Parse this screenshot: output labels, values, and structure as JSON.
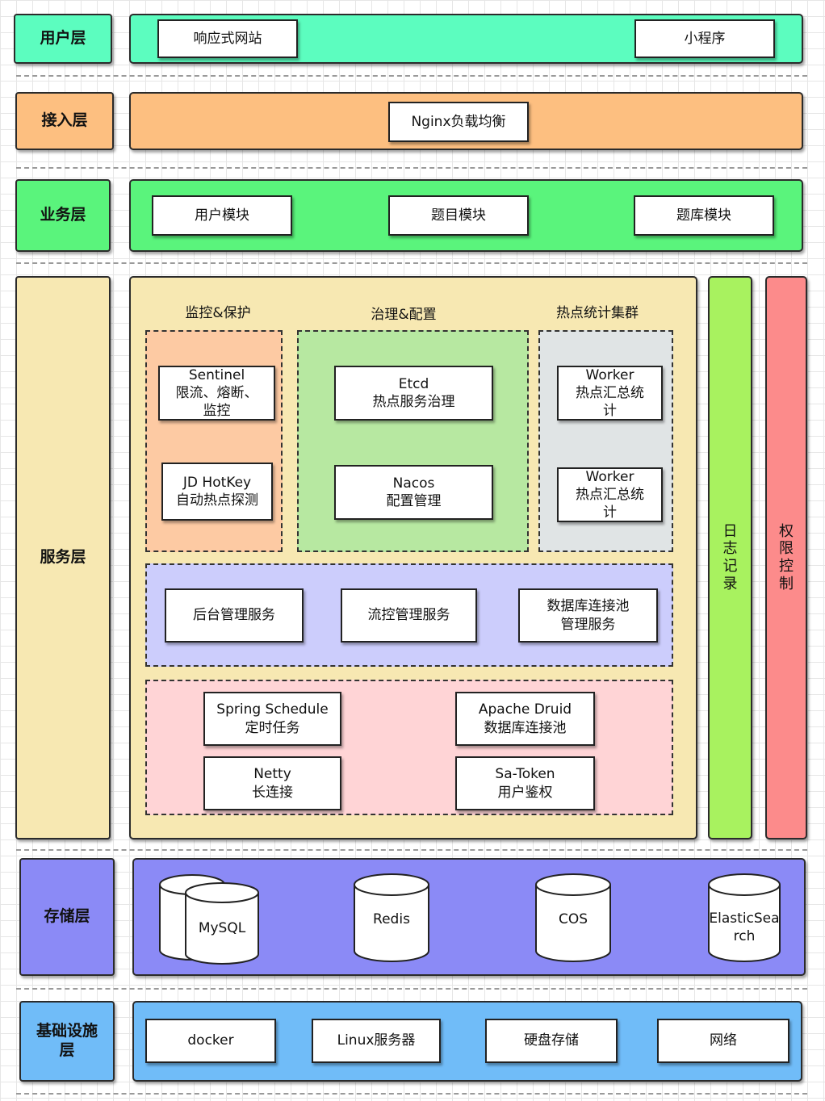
{
  "user_layer": {
    "label": "用户层",
    "items": [
      "响应式网站",
      "小程序"
    ]
  },
  "access_layer": {
    "label": "接入层",
    "items": [
      "Nginx负载均衡"
    ]
  },
  "business_layer": {
    "label": "业务层",
    "items": [
      "用户模块",
      "题目模块",
      "题库模块"
    ]
  },
  "service_layer": {
    "label": "服务层",
    "groups": {
      "monitor": {
        "title": "监控&保护",
        "boxes": [
          [
            "Sentinel",
            "限流、熔断、",
            "监控"
          ],
          [
            "JD HotKey",
            "自动热点探测"
          ]
        ]
      },
      "governance": {
        "title": "治理&配置",
        "boxes": [
          [
            "Etcd",
            "热点服务治理"
          ],
          [
            "Nacos",
            "配置管理"
          ]
        ]
      },
      "hotspot": {
        "title": "热点统计集群",
        "boxes": [
          [
            "Worker",
            "热点汇总统",
            "计"
          ],
          [
            "Worker",
            "热点汇总统",
            "计"
          ]
        ]
      }
    },
    "management": [
      "后台管理服务",
      "流控管理服务",
      [
        "数据库连接池",
        "管理服务"
      ]
    ],
    "components": [
      [
        "Spring Schedule",
        "定时任务"
      ],
      [
        "Apache Druid",
        "数据库连接池"
      ],
      [
        "Netty",
        "长连接"
      ],
      [
        "Sa-Token",
        "用户鉴权"
      ]
    ],
    "side_log": [
      "日",
      "志",
      "记",
      "录"
    ],
    "side_auth": [
      "权",
      "限",
      "控",
      "制"
    ]
  },
  "storage_layer": {
    "label": "存储层",
    "items": [
      "MySQL",
      "Redis",
      "COS",
      [
        "ElasticSea",
        "rch"
      ]
    ]
  },
  "infra_layer": {
    "label": [
      "基础设施",
      "层"
    ],
    "items": [
      "docker",
      "Linux服务器",
      "硬盘存储",
      "网络"
    ]
  },
  "colors": {
    "user": "#5cfdbf",
    "access": "#fdbf80",
    "business": "#5af47c",
    "service": "#f7e8b2",
    "monitor": "#fdcaa3",
    "governance": "#b7e8a1",
    "hotspot": "#e0e4e5",
    "management": "#cccdfc",
    "components": "#ffd4d6",
    "log": "#a8f25f",
    "auth": "#fc8b8b",
    "storage": "#8b8af6",
    "infra": "#70bcf8"
  }
}
